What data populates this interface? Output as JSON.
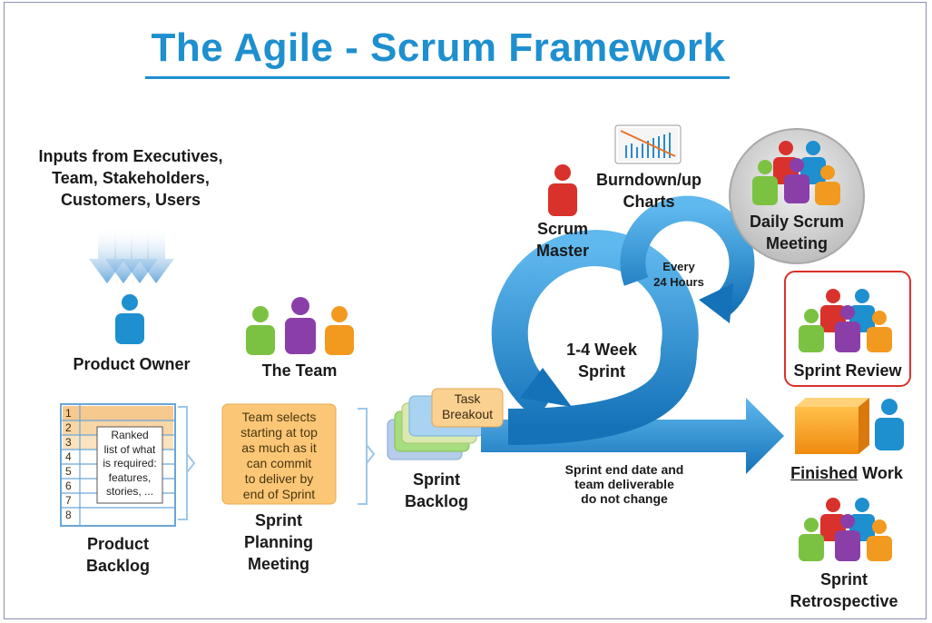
{
  "title": "The Agile - Scrum Framework",
  "inputs": {
    "line1": "Inputs from Executives,",
    "line2": "Team, Stakeholders,",
    "line3": "Customers, Users"
  },
  "product_owner": "Product Owner",
  "the_team": "The Team",
  "scrum_master": {
    "line1": "Scrum",
    "line2": "Master"
  },
  "burndown": {
    "line1": "Burndown/up",
    "line2": "Charts"
  },
  "daily_scrum": {
    "line1": "Daily Scrum",
    "line2": "Meeting"
  },
  "every_24": {
    "line1": "Every",
    "line2": "24 Hours"
  },
  "sprint_cycle": {
    "line1": "1-4 Week",
    "line2": "Sprint"
  },
  "sprint_review": "Sprint Review",
  "finished_work": {
    "emph": "Finished",
    "rest": " Work"
  },
  "sprint_retrospective": {
    "line1": "Sprint",
    "line2": "Retrospective"
  },
  "product_backlog": {
    "rows": [
      "1",
      "2",
      "3",
      "4",
      "5",
      "6",
      "7",
      "8"
    ],
    "note": [
      "Ranked",
      "list of what",
      "is required:",
      "features,",
      "stories, ..."
    ],
    "label1": "Product",
    "label2": "Backlog"
  },
  "planning": {
    "note": [
      "Team selects",
      "starting at top",
      "as much as it",
      "can commit",
      "to deliver by",
      "end of Sprint"
    ],
    "label1": "Sprint",
    "label2": "Planning",
    "label3": "Meeting"
  },
  "sprint_backlog": {
    "card1": "Task",
    "card2": "Breakout",
    "label1": "Sprint",
    "label2": "Backlog"
  },
  "sprint_end": {
    "line1": "Sprint end date and",
    "line2": "team deliverable",
    "line3": "do not change"
  },
  "colors": {
    "blue": "#1e8fcf",
    "red": "#d9312b",
    "green": "#7cc242",
    "purple": "#8a3fa8",
    "orange": "#f29a1f",
    "arrow": "#1d8fd3"
  }
}
